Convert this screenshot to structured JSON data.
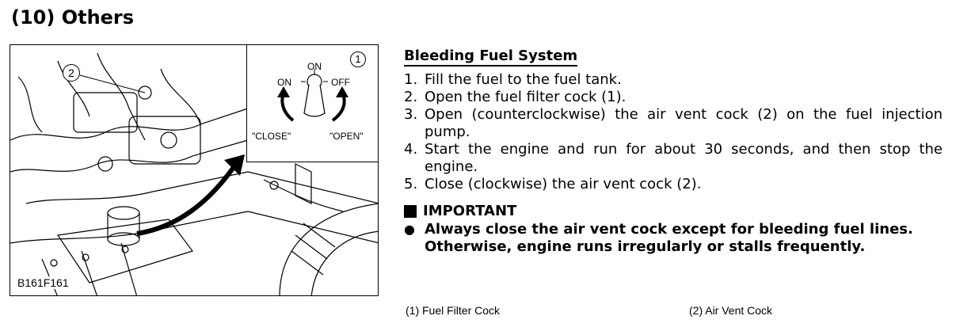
{
  "header": {
    "title": "(10) Others"
  },
  "figure": {
    "code": "B161F161",
    "callout_2": "2",
    "inset": {
      "callout_1": "1",
      "on_top": "ON",
      "on_left": "ON",
      "off_right": "OFF",
      "close_label": "\"CLOSE\"",
      "open_label": "\"OPEN\""
    }
  },
  "content": {
    "heading": "Bleeding Fuel System",
    "steps": [
      {
        "num": "1.",
        "text": "Fill the fuel to the fuel tank."
      },
      {
        "num": "2.",
        "text": "Open the fuel filter cock (1)."
      },
      {
        "num": "3.",
        "text": "Open (counterclockwise) the air vent cock (2) on the fuel injection pump."
      },
      {
        "num": "4.",
        "text": "Start the engine and run for about 30 seconds, and then stop the engine."
      },
      {
        "num": "5.",
        "text": "Close (clockwise) the air vent cock (2)."
      }
    ],
    "important_label": "IMPORTANT",
    "important_bullet": "Always close the air vent cock except for bleeding fuel lines. Otherwise, engine runs irregularly or stalls frequently."
  },
  "legend": {
    "item1": "(1)  Fuel Filter Cock",
    "item2": "(2)  Air Vent Cock"
  }
}
